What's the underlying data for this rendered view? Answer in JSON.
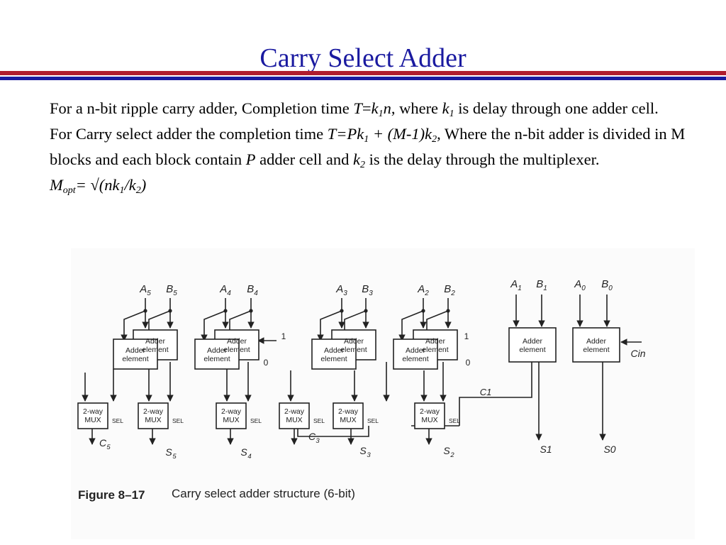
{
  "slide": {
    "title": "Carry Select Adder"
  },
  "text": {
    "p1a": "For a n-bit ripple carry adder, Completion time ",
    "p1_T": "T",
    "p1_eq": "=",
    "p1_k": "k",
    "p1_sub1": "1",
    "p1_n": "n",
    "p1b": ", where ",
    "p1_k2": "k",
    "p1_sub2": "1",
    "p1c": " is delay through one adder cell.",
    "p2a": "For Carry select adder the completion time ",
    "p2_formula_a": "T=Pk",
    "p2_sub1": "1",
    "p2_formula_b": " + (M-1)k",
    "p2_sub2": "2",
    "p2b": ", Where the n-bit adder is divided in M blocks and each block contain ",
    "p2_P": "P",
    "p2c": " adder cell and ",
    "p2_k": "k",
    "p2_sub3": "2",
    "p2d": " is the delay through the multiplexer.",
    "p3_M": "M",
    "p3_sub": "opt",
    "p3_eq": "= √(nk",
    "p3_sub1": "1",
    "p3_div": "/k",
    "p3_sub2": "2",
    "p3_close": ")"
  },
  "figure": {
    "adder_label_1": "Adder",
    "adder_label_2": "element",
    "mux_label_1": "2-way",
    "mux_label_2": "MUX",
    "sel": "SEL",
    "inputs": [
      "A5",
      "B5",
      "A4",
      "B4",
      "A3",
      "B3",
      "A2",
      "B2",
      "A1",
      "B1",
      "A0",
      "B0"
    ],
    "outputs": [
      "C5",
      "S5",
      "S4",
      "C3",
      "S3",
      "S2",
      "S1",
      "S0"
    ],
    "carry_labels": [
      "C1",
      "Cin"
    ],
    "const_one": "1",
    "const_zero": "0",
    "caption_bold": "Figure 8–17",
    "caption_rest": "Carry select adder structure (6-bit)"
  }
}
